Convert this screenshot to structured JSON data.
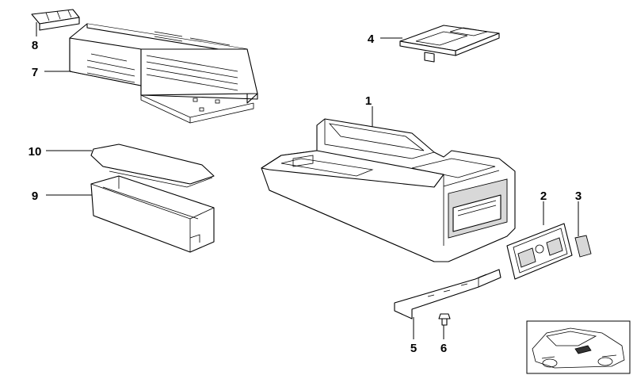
{
  "diagram": {
    "callouts": [
      {
        "id": "1",
        "label": "1"
      },
      {
        "id": "2",
        "label": "2"
      },
      {
        "id": "3",
        "label": "3"
      },
      {
        "id": "4",
        "label": "4"
      },
      {
        "id": "5",
        "label": "5"
      },
      {
        "id": "6",
        "label": "6"
      },
      {
        "id": "7",
        "label": "7"
      },
      {
        "id": "8",
        "label": "8"
      },
      {
        "id": "9",
        "label": "9"
      },
      {
        "id": "10",
        "label": "10"
      }
    ],
    "colors": {
      "line": "#000000",
      "background": "#ffffff",
      "shade": "#d8d8d8"
    }
  }
}
